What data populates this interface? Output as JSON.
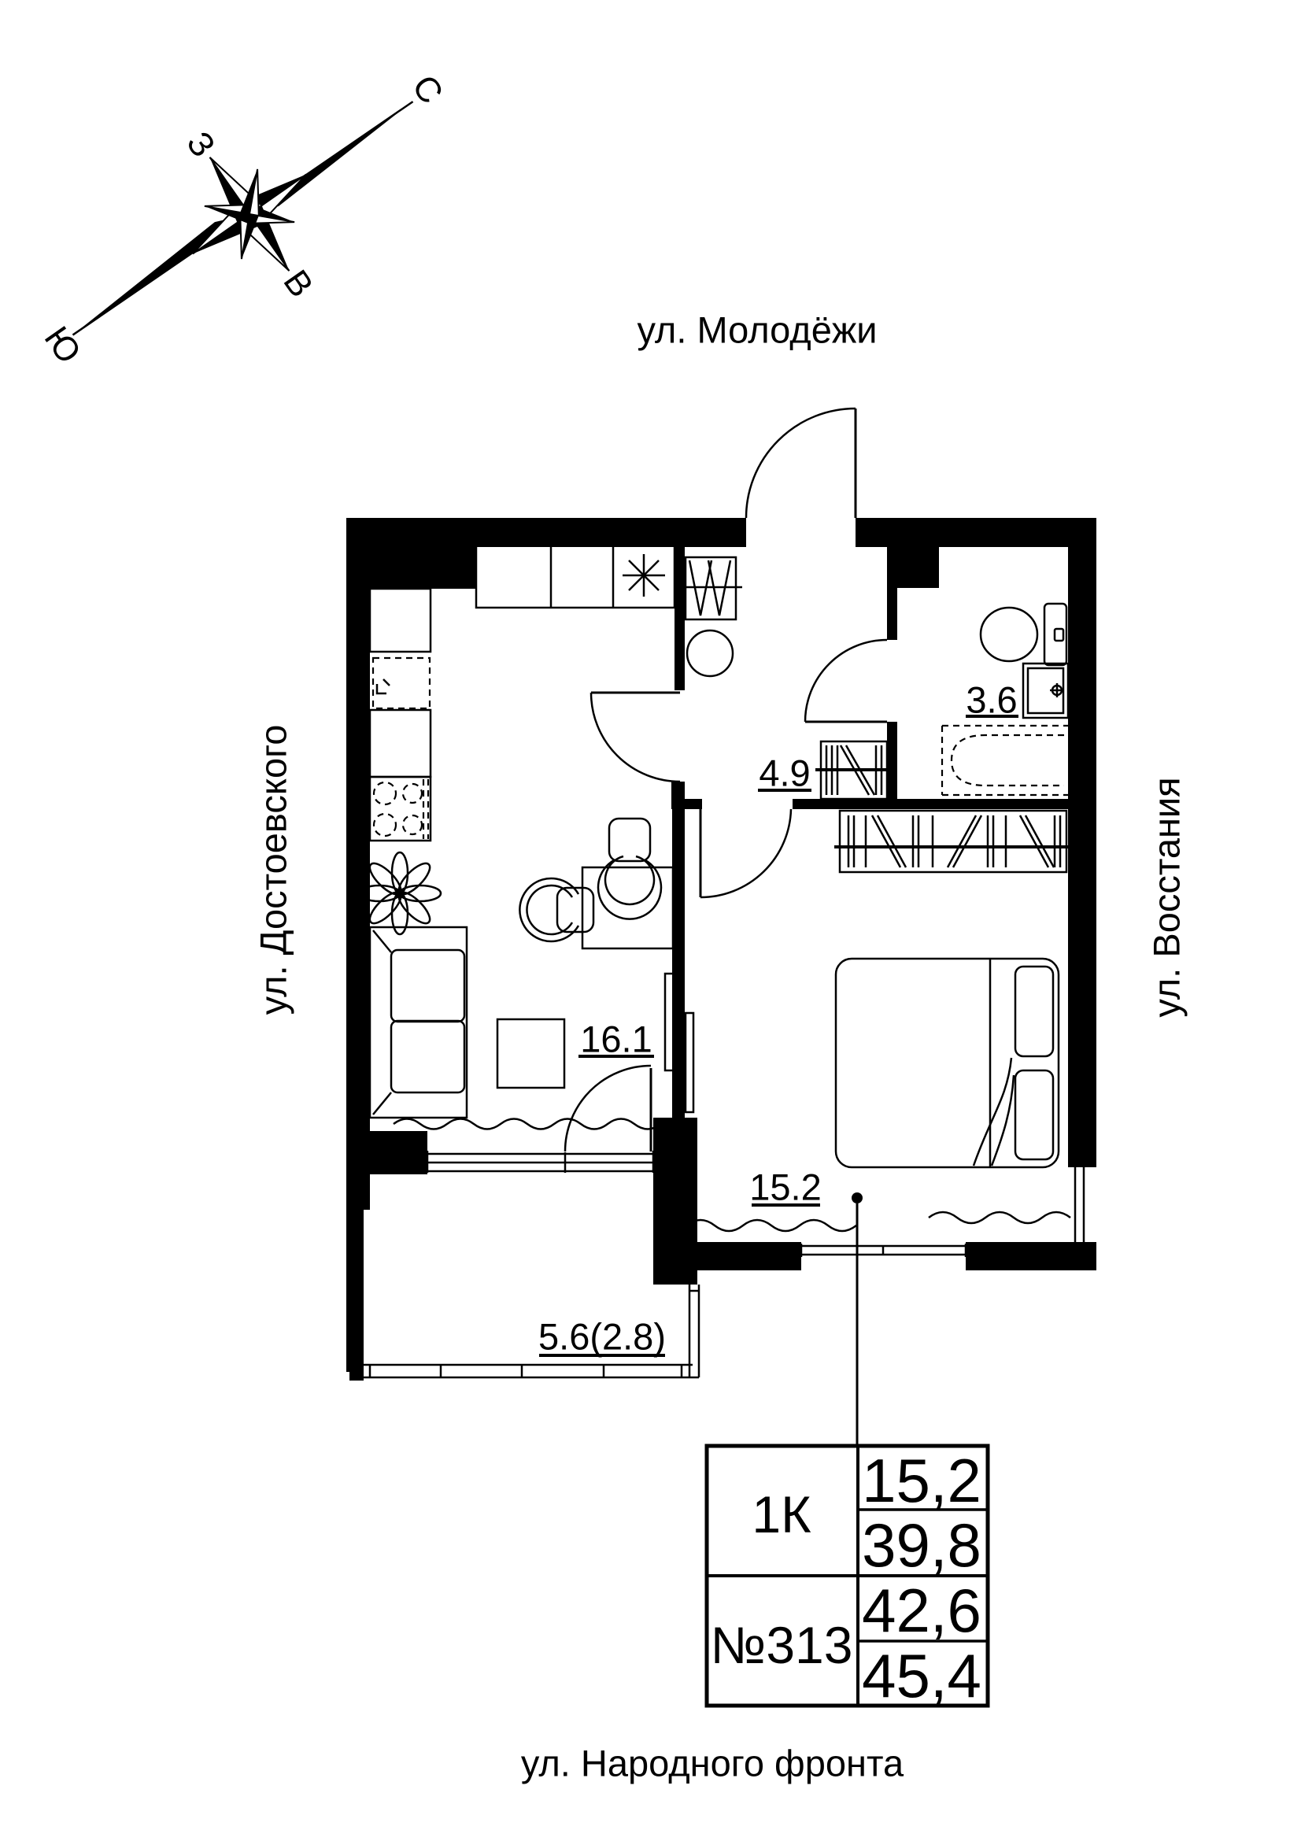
{
  "compass": {
    "n": "С",
    "s": "Ю",
    "w": "З",
    "e": "В"
  },
  "streets": {
    "top": "ул. Молодёжи",
    "left": "ул. Достоевского",
    "right": "ул. Восстания",
    "bottom": "ул. Народного фронта"
  },
  "rooms": {
    "bathroom": "3.6",
    "hallway": "4.9",
    "kitchen_living": "16.1",
    "bedroom": "15.2",
    "loggia": "5.6(2.8)"
  },
  "info_table": {
    "apartment_type": "1К",
    "apartment_number": "№313",
    "living_area": "15,2",
    "area_without_balcony": "39,8",
    "total_area": "42,6",
    "total_area_with_balcony": "45,4"
  },
  "colors": {
    "line": "#000000",
    "background": "#ffffff"
  }
}
